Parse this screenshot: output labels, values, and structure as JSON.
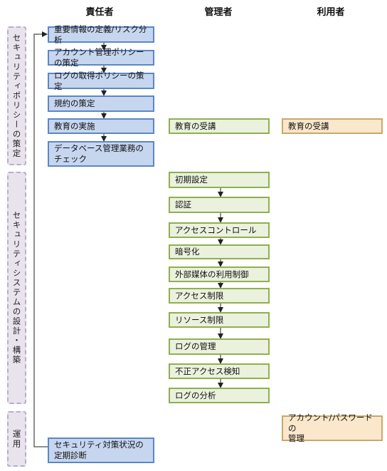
{
  "headers": {
    "responsible": "責任者",
    "admin": "管理者",
    "user": "利用者"
  },
  "phases": {
    "policy": "セキュリティポリシーの策定",
    "system": "セキュリティシステムの設計・構築",
    "operation": "運用"
  },
  "responsible_steps": [
    "重要情報の定義/リスク分析",
    "アカウント管理ポリシーの策定",
    "ログの取得ポリシーの策定",
    "規約の策定",
    "教育の実施",
    "データベース管理業務の\nチェック",
    "セキュリティ対策状況の\n定期診断"
  ],
  "admin_steps": [
    "教育の受講",
    "初期設定",
    "認証",
    "アクセスコントロール",
    "暗号化",
    "外部媒体の利用制御",
    "アクセス制限",
    "リソース制限",
    "ログの管理",
    "不正アクセス検知",
    "ログの分析"
  ],
  "user_steps": [
    "教育の受講",
    "アカウント/パスワードの\n管理"
  ],
  "colors": {
    "responsible_fill": "#c7d6ef",
    "responsible_border": "#5b87c6",
    "admin_fill": "#eaf1dd",
    "admin_border": "#8fb04f",
    "user_fill": "#fbe7cc",
    "user_border": "#c9a86a",
    "phase_fill": "#e9e3ee"
  }
}
